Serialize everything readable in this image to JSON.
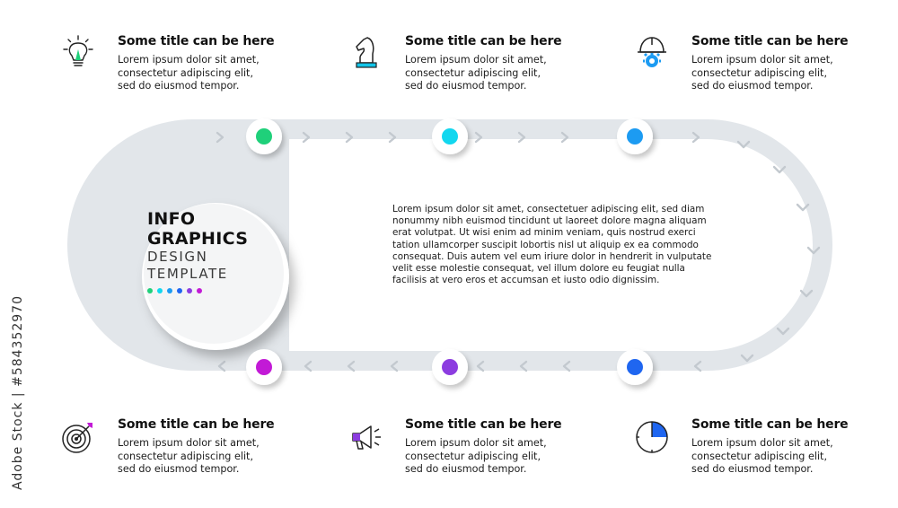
{
  "colors": {
    "track": "#e2e6ea",
    "chevron": "#c3c9cf",
    "dot_green": "#1fd07a",
    "dot_cyan": "#12d7ef",
    "dot_blue": "#1c9bf2",
    "dot_magenta": "#c21ad6",
    "dot_purple": "#8c3ce0",
    "dot_royal": "#1f66f0"
  },
  "title": {
    "line1": "INFO",
    "line2": "GRAPHICS",
    "line3": "DESIGN",
    "line4": "TEMPLATE",
    "dots": [
      "#1fd07a",
      "#12d7ef",
      "#1c9bf2",
      "#1f66f0",
      "#8c3ce0",
      "#c21ad6"
    ]
  },
  "center_text": "Lorem ipsum dolor sit amet, consectetuer adipiscing elit, sed diam nonummy nibh euismod tincidunt ut laoreet dolore magna aliquam erat volutpat. Ut wisi enim ad minim veniam, quis nostrud exerci tation ullamcorper suscipit lobortis nisl ut aliquip ex ea commodo consequat. Duis autem vel eum iriure dolor in hendrerit in vulputate velit esse molestie consequat, vel illum dolore eu feugiat nulla facilisis at vero eros et accumsan et iusto odio dignissim.",
  "steps": [
    {
      "title": "Some title can be here",
      "body": "Lorem ipsum dolor sit amet,\nconsectetur adipiscing elit,\nsed do eiusmod tempor.",
      "icon": "light-bulb-icon",
      "dot_color": "#1fd07a"
    },
    {
      "title": "Some title can be here",
      "body": "Lorem ipsum dolor sit amet,\nconsectetur adipiscing elit,\nsed do eiusmod tempor.",
      "icon": "chess-knight-icon",
      "dot_color": "#12d7ef"
    },
    {
      "title": "Some title can be here",
      "body": "Lorem ipsum dolor sit amet,\nconsectetur adipiscing elit,\nsed do eiusmod tempor.",
      "icon": "engineer-helmet-icon",
      "dot_color": "#1c9bf2"
    },
    {
      "title": "Some title can be here",
      "body": "Lorem ipsum dolor sit amet,\nconsectetur adipiscing elit,\nsed do eiusmod tempor.",
      "icon": "target-arrow-icon",
      "dot_color": "#c21ad6"
    },
    {
      "title": "Some title can be here",
      "body": "Lorem ipsum dolor sit amet,\nconsectetur adipiscing elit,\nsed do eiusmod tempor.",
      "icon": "megaphone-icon",
      "dot_color": "#8c3ce0"
    },
    {
      "title": "Some title can be here",
      "body": "Lorem ipsum dolor sit amet,\nconsectetur adipiscing elit,\nsed do eiusmod tempor.",
      "icon": "clock-timer-icon",
      "dot_color": "#1f66f0"
    }
  ],
  "watermark": "Adobe Stock | #584352970"
}
